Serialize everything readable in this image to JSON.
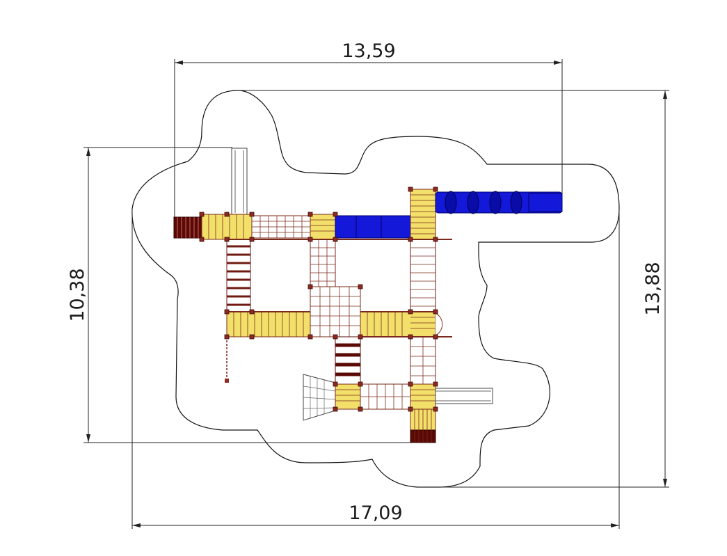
{
  "dimensions": {
    "top_width": "13,59",
    "bottom_width": "17,09",
    "left_height": "10,38",
    "right_height": "13,88"
  },
  "colors": {
    "deck": "#f2e06a",
    "frame": "#7a2a1a",
    "tube_slide": "#1418d8",
    "line": "#222222"
  }
}
